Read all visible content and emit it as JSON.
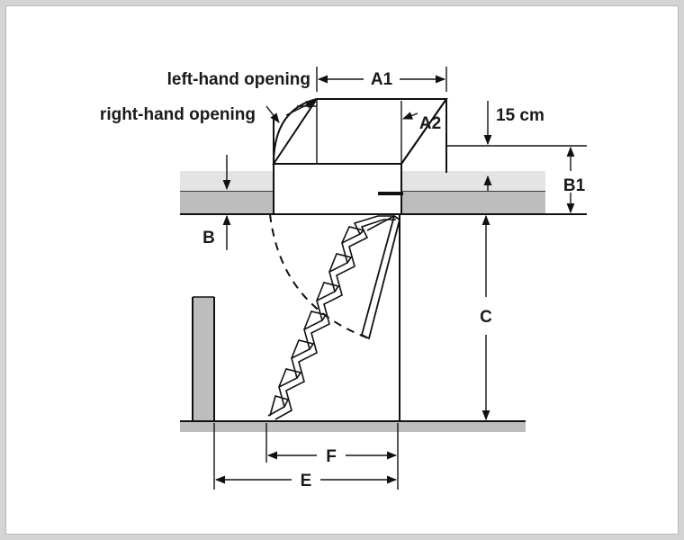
{
  "labels": {
    "left_hand_opening": "left-hand opening",
    "right_hand_opening": "right-hand opening",
    "a1": "A1",
    "a2": "A2",
    "fifteen_cm": "15 cm",
    "b1": "B1",
    "b": "B",
    "c": "C",
    "f": "F",
    "e": "E"
  },
  "colors": {
    "ink": "#111111",
    "floor_fill": "#bdbdbd",
    "background": "#ffffff",
    "outer": "#d4d4d4"
  }
}
